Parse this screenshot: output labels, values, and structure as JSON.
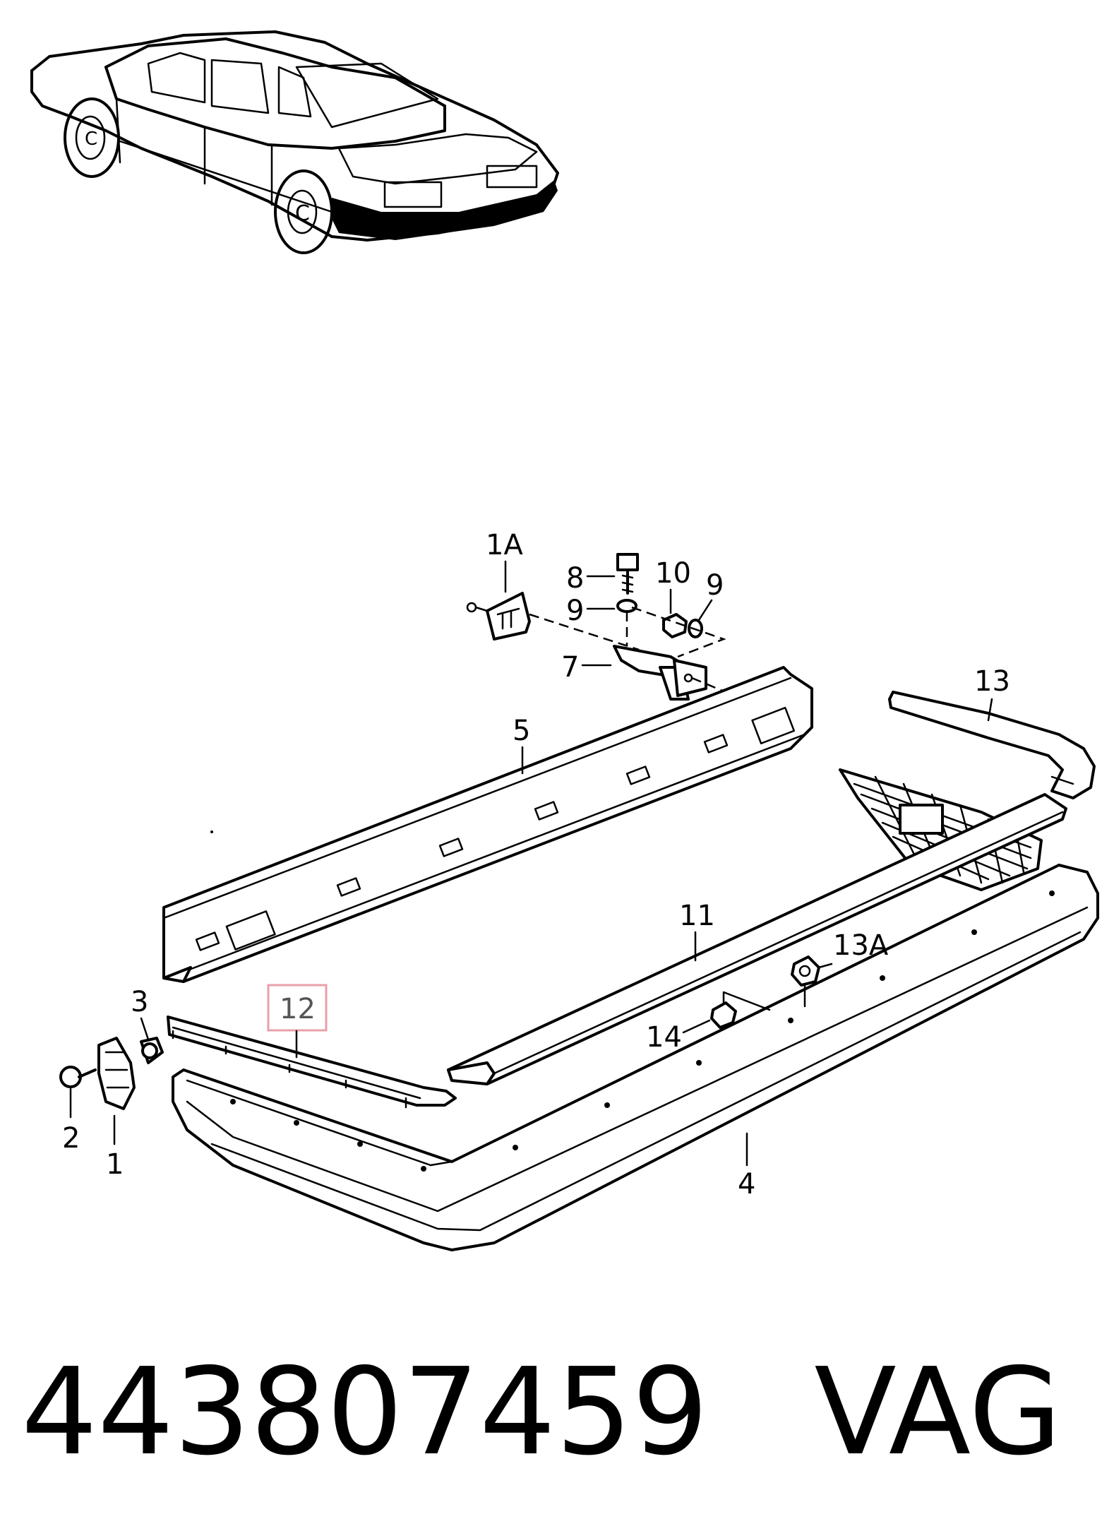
{
  "callouts": [
    {
      "id": "1A",
      "label": "1A"
    },
    {
      "id": "8",
      "label": "8"
    },
    {
      "id": "10",
      "label": "10"
    },
    {
      "id": "9a",
      "label": "9"
    },
    {
      "id": "9b",
      "label": "9"
    },
    {
      "id": "7",
      "label": "7"
    },
    {
      "id": "13",
      "label": "13"
    },
    {
      "id": "5",
      "label": "5"
    },
    {
      "id": "11",
      "label": "11"
    },
    {
      "id": "13A",
      "label": "13A"
    },
    {
      "id": "3",
      "label": "3"
    },
    {
      "id": "12",
      "label": "12"
    },
    {
      "id": "14",
      "label": "14"
    },
    {
      "id": "2",
      "label": "2"
    },
    {
      "id": "1",
      "label": "1"
    },
    {
      "id": "4",
      "label": "4"
    }
  ],
  "highlight_color": "#e8a0a8",
  "footer": {
    "part_number": "443807459",
    "brand": "VAG"
  }
}
